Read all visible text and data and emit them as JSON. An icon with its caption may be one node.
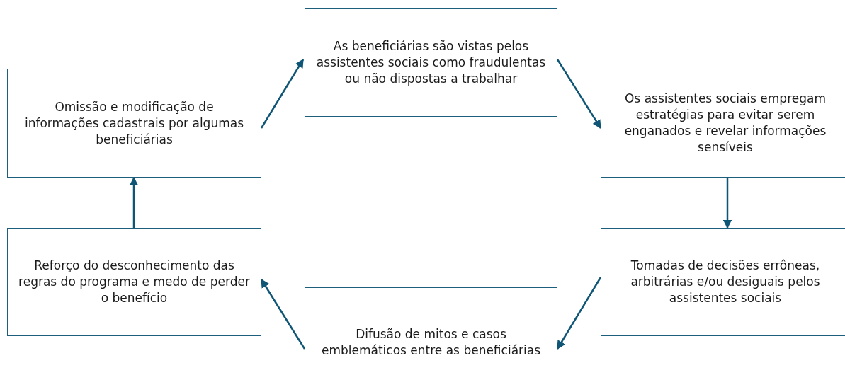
{
  "diagram": {
    "nodes": [
      {
        "text": [
          "As beneficiárias são vistas pelos assistentes sociais como fraudulentas ou não dispostas a trabalhar"
        ]
      },
      {
        "text": [
          "Omissão e modificação de informações cadastrais por algumas beneficiárias"
        ]
      },
      {
        "text": [
          "Os assistentes sociais empregam estratégias para evitar serem enganados e revelar informações sensíveis"
        ]
      },
      {
        "text": [
          "Reforço do desconhecimento das regras do programa e medo de perder o benefício"
        ]
      },
      {
        "text": [
          "Tomadas de decisões errôneas, arbitrárias e/ou desiguais pelos assistentes sociais"
        ]
      },
      {
        "text": [
          "Difusão de mitos e casos emblemáticos entre as beneficiárias"
        ]
      }
    ],
    "edges": [
      {
        "from": 1,
        "to": 0,
        "arrow": "to"
      },
      {
        "from": 0,
        "to": 2,
        "arrow": "to"
      },
      {
        "from": 2,
        "to": 4,
        "arrow": "to"
      },
      {
        "from": 4,
        "to": 5,
        "arrow": "to"
      },
      {
        "from": 5,
        "to": 3,
        "arrow": "to"
      },
      {
        "from": 3,
        "to": 1,
        "arrow": "to"
      }
    ]
  }
}
